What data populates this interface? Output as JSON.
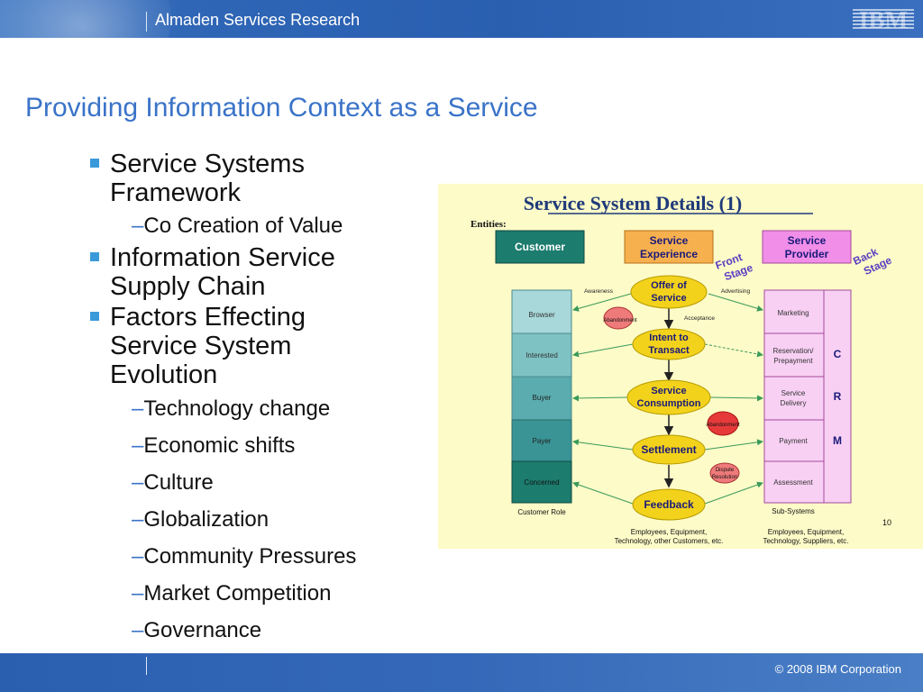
{
  "header": {
    "org": "Almaden Services Research",
    "logo": "IBM"
  },
  "title": "Providing Information Context as a Service",
  "bullets": {
    "b1": [
      "Service Systems",
      "Framework"
    ],
    "b1_sub": "Co Creation of Value",
    "b2": [
      "Information Service",
      "Supply Chain"
    ],
    "b3": [
      "Factors Effecting",
      "Service System",
      "Evolution"
    ],
    "b3_subs": [
      "Technology change",
      "Economic shifts",
      "Culture",
      "Globalization",
      "Community Pressures",
      "Market Competition",
      "Governance"
    ]
  },
  "diagram": {
    "heading": "Service System Details (1)",
    "entities_label": "Entities:",
    "customer": "Customer",
    "service_experience": [
      "Service",
      "Experience"
    ],
    "service_provider": [
      "Service",
      "Provider"
    ],
    "front_stage": [
      "Front",
      "Stage"
    ],
    "back_stage": [
      "Back",
      "Stage"
    ],
    "customer_roles": [
      "Browser",
      "Interested",
      "Buyer",
      "Payer",
      "Concerned"
    ],
    "customer_role_label": "Customer Role",
    "flow": {
      "offer": [
        "Offer of",
        "Service"
      ],
      "intent": [
        "Intent to",
        "Transact"
      ],
      "consumption": [
        "Service",
        "Consumption"
      ],
      "settlement": "Settlement",
      "feedback": "Feedback"
    },
    "side_labels": {
      "awareness": "Awareness",
      "advertising": "Advertising",
      "abandonment": "Abandonment",
      "acceptance": "Acceptance",
      "abandonment2": "Abandonment",
      "dispute": [
        "Dispute",
        "Resolution"
      ]
    },
    "provider_subsystems": [
      "Marketing",
      [
        "Reservation/",
        "Prepayment"
      ],
      [
        "Service",
        "Delivery"
      ],
      "Payment",
      "Assessment"
    ],
    "crm": [
      "C",
      "R",
      "M"
    ],
    "subsystems_label": "Sub-Systems",
    "customer_note": [
      "Employees, Equipment,",
      "Technology, other Customers, etc."
    ],
    "provider_note": [
      "Employees, Equipment,",
      "Technology, Suppliers, etc."
    ],
    "page_number": "10",
    "colors": {
      "customer": "#1c7c6e",
      "experience": "#f7b04e",
      "provider": "#f08ee8",
      "flow": "#f3d21b",
      "abandon": "#e63a3a",
      "heading": "#1f3a7a"
    }
  },
  "footer": {
    "copyright": "© 2008 IBM Corporation"
  }
}
